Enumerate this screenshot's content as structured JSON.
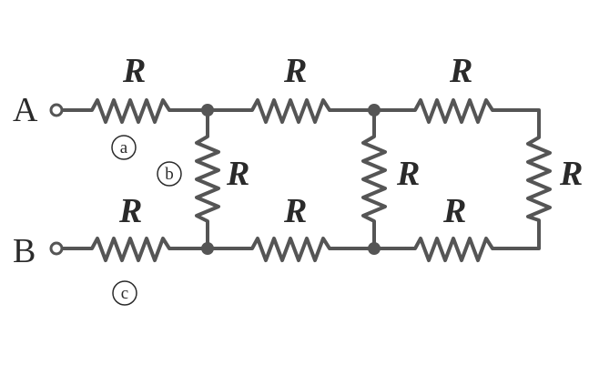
{
  "resistor_label": "R",
  "terminals": {
    "a": "A",
    "b": "B"
  },
  "markers": {
    "a": "a",
    "b": "b",
    "c": "c"
  },
  "colors": {
    "wire": "#555555",
    "text": "#2a2a2a",
    "background": "#ffffff"
  }
}
